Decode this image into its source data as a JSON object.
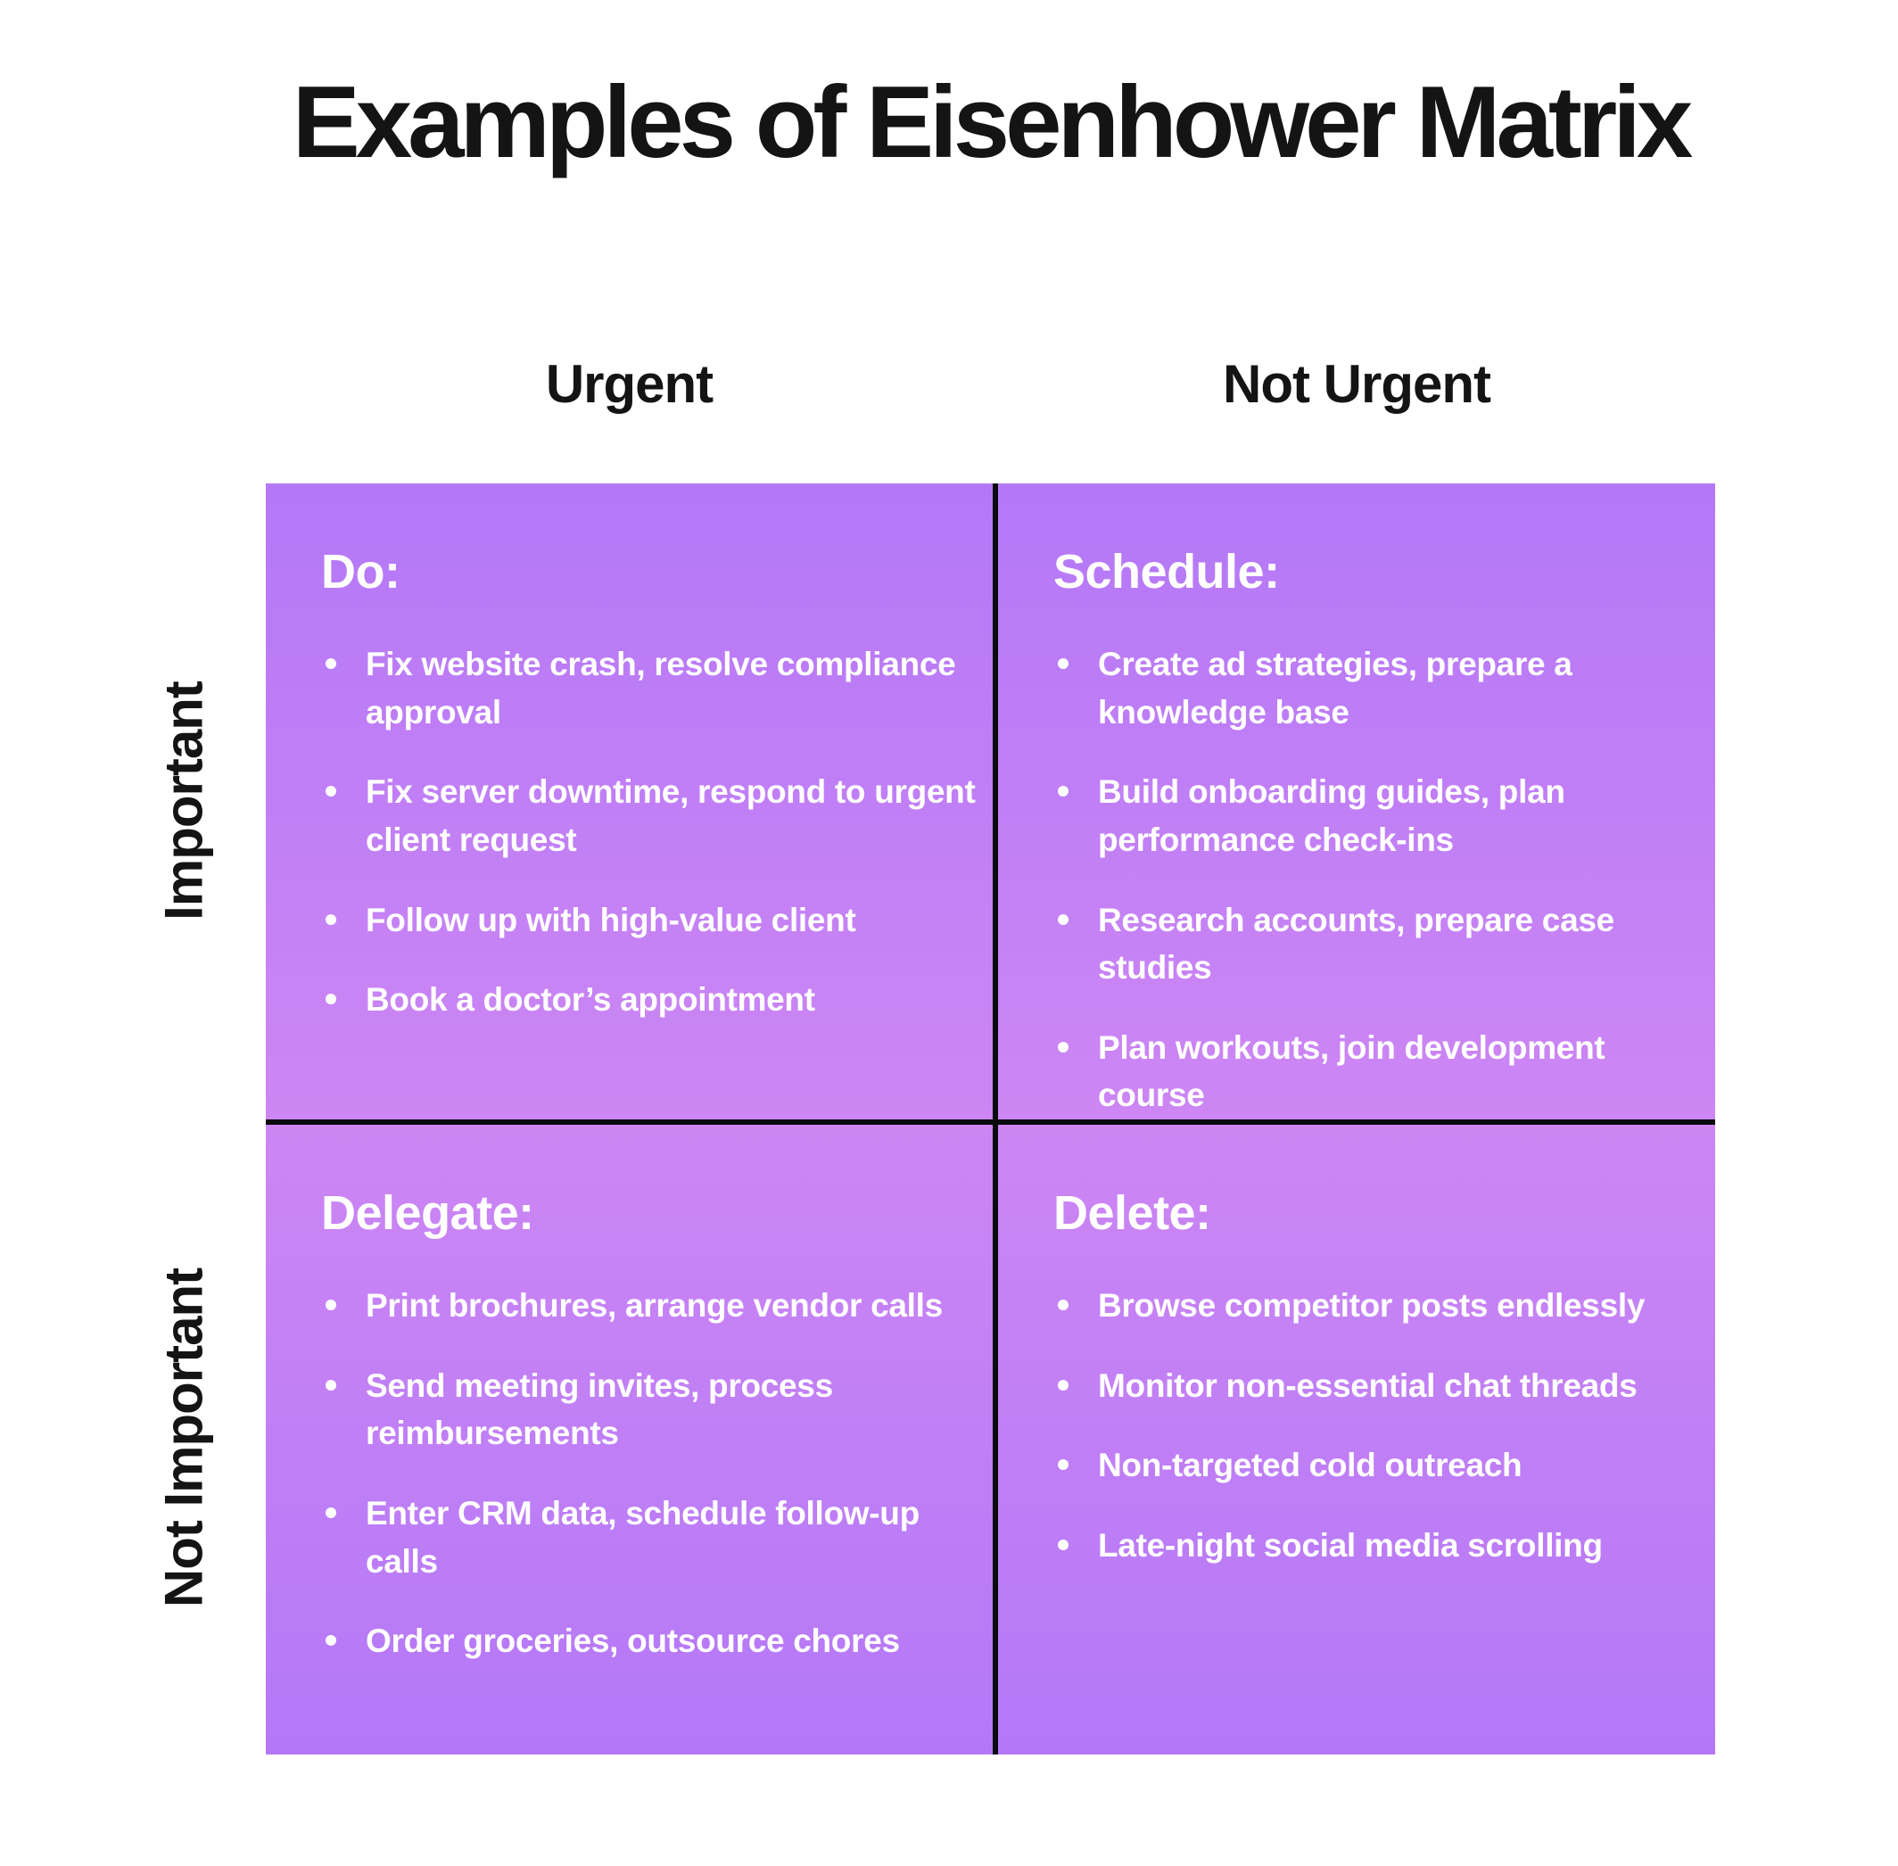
{
  "title": "Examples of Eisenhower Matrix",
  "column_headers": {
    "urgent": "Urgent",
    "not_urgent": "Not Urgent"
  },
  "row_labels": {
    "important": "Important",
    "not_important": "Not Important"
  },
  "colors": {
    "background": "#ffffff",
    "heading_text": "#141414",
    "quadrant_edge": "#b478f7",
    "quadrant_middle": "#cd86f4",
    "grid_line": "#0a0a0a",
    "quadrant_text": "#ffffff"
  },
  "quadrants": {
    "do": {
      "heading": "Do:",
      "items": [
        "Fix website crash, resolve compliance approval",
        "Fix server downtime, respond to urgent client request",
        "Follow up with high-value client",
        "Book a doctor’s appointment"
      ]
    },
    "schedule": {
      "heading": "Schedule:",
      "items": [
        "Create ad strategies, prepare a knowledge base",
        "Build onboarding guides, plan performance check-ins",
        "Research accounts, prepare case studies",
        "Plan workouts, join development course"
      ]
    },
    "delegate": {
      "heading": "Delegate:",
      "items": [
        "Print brochures, arrange vendor calls",
        "Send meeting invites, process reimbursements",
        "Enter CRM data, schedule follow-up calls",
        "Order groceries, outsource chores"
      ]
    },
    "delete": {
      "heading": "Delete:",
      "items": [
        "Browse competitor posts endlessly",
        "Monitor non-essential chat threads",
        "Non-targeted cold outreach",
        "Late-night social media scrolling"
      ]
    }
  }
}
